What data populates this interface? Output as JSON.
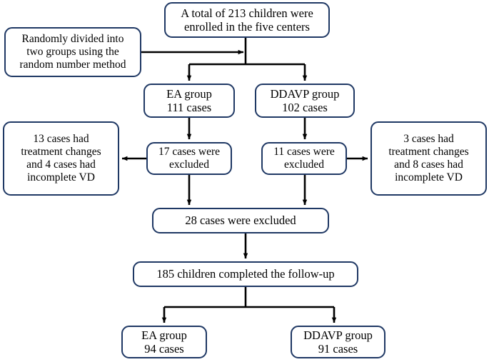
{
  "diagram": {
    "title": "CONSORT-style participant flow diagram",
    "colors": {
      "box_border": "#1f3864",
      "connector": "#000000",
      "background": "#ffffff",
      "text": "#000000"
    },
    "nodes": {
      "enrolled": "A total of 213 children were\nenrolled in the five centers",
      "randomization": "Randomly divided into\ntwo groups using the\nrandom number method",
      "ea_group_1": "EA group\n111 cases",
      "ddavp_group_1": "DDAVP group\n102 cases",
      "excluded_ea": "17 cases were\nexcluded",
      "excluded_ddavp": "11 cases were\nexcluded",
      "left_detail": "13 cases had\ntreatment changes\nand 4 cases had\nincomplete VD",
      "right_detail": "3 cases had\ntreatment changes\nand 8 cases had\nincomplete VD",
      "excluded_total": "28 cases were excluded",
      "followup": "185 children completed the follow-up",
      "ea_group_2": "EA group\n94 cases",
      "ddavp_group_2": "DDAVP group\n91 cases"
    }
  },
  "chart_data": {
    "type": "diagram",
    "title": "Participant flow through the trial",
    "nodes": [
      {
        "id": "enrolled",
        "label": "A total of 213 children were enrolled in the five centers",
        "value": 213
      },
      {
        "id": "randomization",
        "label": "Randomly divided into two groups using the random number method",
        "value": null
      },
      {
        "id": "ea_group_1",
        "label": "EA group 111 cases",
        "value": 111
      },
      {
        "id": "ddavp_group_1",
        "label": "DDAVP group 102 cases",
        "value": 102
      },
      {
        "id": "excluded_ea",
        "label": "17 cases were excluded",
        "value": 17
      },
      {
        "id": "excluded_ddavp",
        "label": "11 cases were excluded",
        "value": 11
      },
      {
        "id": "left_detail",
        "label": "13 cases had treatment changes and 4 cases had incomplete VD",
        "value": 17
      },
      {
        "id": "right_detail",
        "label": "3 cases had treatment changes and 8 cases had incomplete VD",
        "value": 11
      },
      {
        "id": "excluded_total",
        "label": "28 cases were excluded",
        "value": 28
      },
      {
        "id": "followup",
        "label": "185 children completed the follow-up",
        "value": 185
      },
      {
        "id": "ea_group_2",
        "label": "EA group 94 cases",
        "value": 94
      },
      {
        "id": "ddavp_group_2",
        "label": "DDAVP group 91 cases",
        "value": 91
      }
    ],
    "edges": [
      {
        "from": "randomization",
        "to": "enrolled"
      },
      {
        "from": "enrolled",
        "to": "ea_group_1"
      },
      {
        "from": "enrolled",
        "to": "ddavp_group_1"
      },
      {
        "from": "ea_group_1",
        "to": "excluded_ea"
      },
      {
        "from": "ddavp_group_1",
        "to": "excluded_ddavp"
      },
      {
        "from": "excluded_ea",
        "to": "left_detail"
      },
      {
        "from": "excluded_ddavp",
        "to": "right_detail"
      },
      {
        "from": "excluded_ea",
        "to": "excluded_total"
      },
      {
        "from": "excluded_ddavp",
        "to": "excluded_total"
      },
      {
        "from": "excluded_total",
        "to": "followup"
      },
      {
        "from": "followup",
        "to": "ea_group_2"
      },
      {
        "from": "followup",
        "to": "ddavp_group_2"
      }
    ]
  }
}
